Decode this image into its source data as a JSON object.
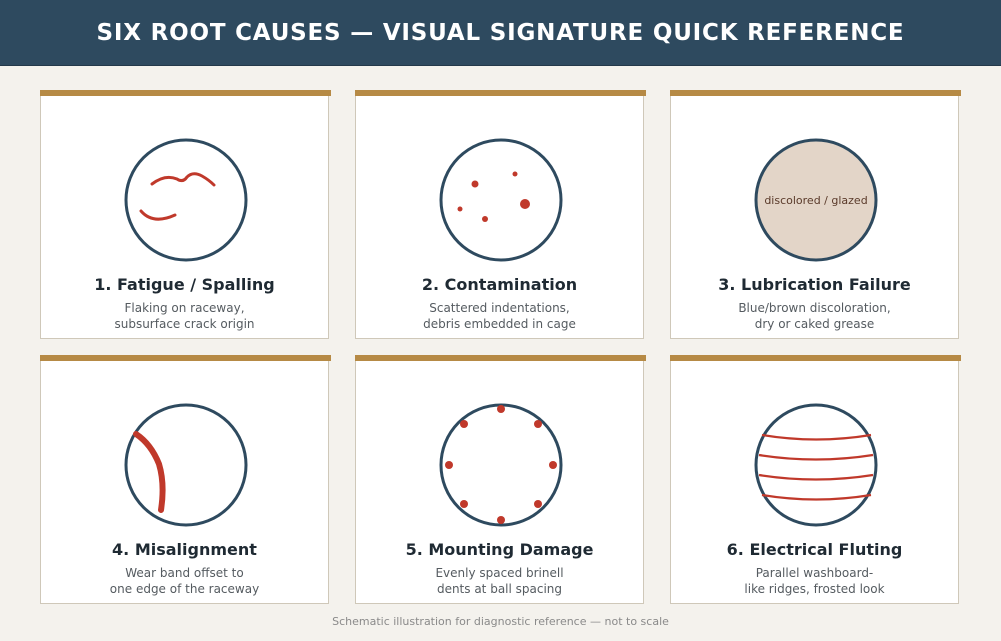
{
  "header": {
    "title": "SIX ROOT CAUSES — VISUAL SIGNATURE QUICK REFERENCE"
  },
  "colors": {
    "header_bg": "#2e4a5f",
    "accent_bar": "#b68a45",
    "ring": "#2e4a5f",
    "damage": "#c0392b",
    "glazed_fill": "#e3d5c8"
  },
  "cards": [
    {
      "title": "1. Fatigue / Spalling",
      "desc": [
        "Flaking on raceway,",
        "subsurface crack origin"
      ],
      "icon": "spalling-crack-icon"
    },
    {
      "title": "2. Contamination",
      "desc": [
        "Scattered indentations,",
        "debris embedded in cage"
      ],
      "icon": "contamination-dots-icon"
    },
    {
      "title": "3. Lubrication Failure",
      "desc": [
        "Blue/brown discoloration,",
        "dry or caked grease"
      ],
      "icon": "discolored-glazed-icon",
      "icon_label": "discolored / glazed"
    },
    {
      "title": "4. Misalignment",
      "desc": [
        "Wear band offset to",
        "one edge of the raceway"
      ],
      "icon": "offset-wear-band-icon"
    },
    {
      "title": "5. Mounting Damage",
      "desc": [
        "Evenly spaced brinell",
        "dents at ball spacing"
      ],
      "icon": "brinell-dents-icon"
    },
    {
      "title": "6. Electrical Fluting",
      "desc": [
        "Parallel washboard-",
        "like ridges, frosted look"
      ],
      "icon": "fluting-ridges-icon"
    }
  ],
  "footer": {
    "note": "Schematic illustration for diagnostic reference — not to scale"
  }
}
